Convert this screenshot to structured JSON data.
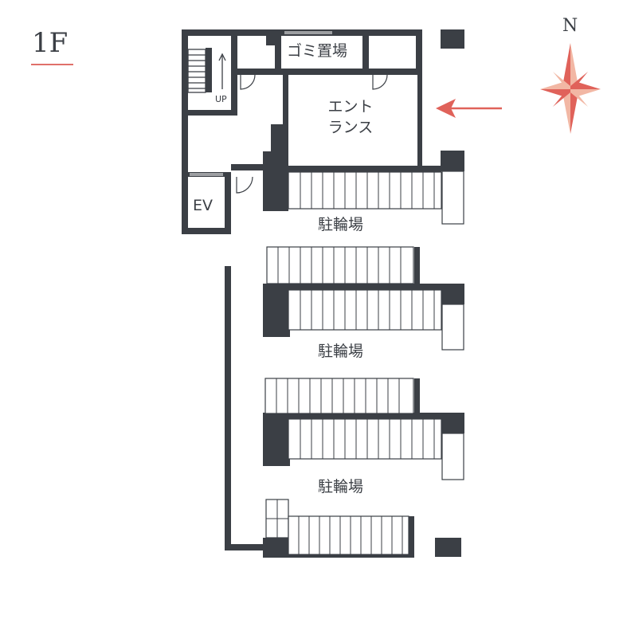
{
  "floor": {
    "label": "1F"
  },
  "compass": {
    "north_label": "N",
    "color": "#e0625a"
  },
  "colors": {
    "wall": "#3b3f45",
    "accent": "#e0625a"
  },
  "rooms": {
    "garbage": "ゴミ置場",
    "entrance_line1": "エント",
    "entrance_line2": "ランス",
    "elevator": "EV",
    "stairs_up": "UP",
    "bike_parking_1": "駐輪場",
    "bike_parking_2": "駐輪場",
    "bike_parking_3": "駐輪場"
  },
  "icons": {
    "entrance_arrow": "arrow-left-icon",
    "compass": "compass-rose-icon",
    "stairs": "stairs-icon"
  }
}
